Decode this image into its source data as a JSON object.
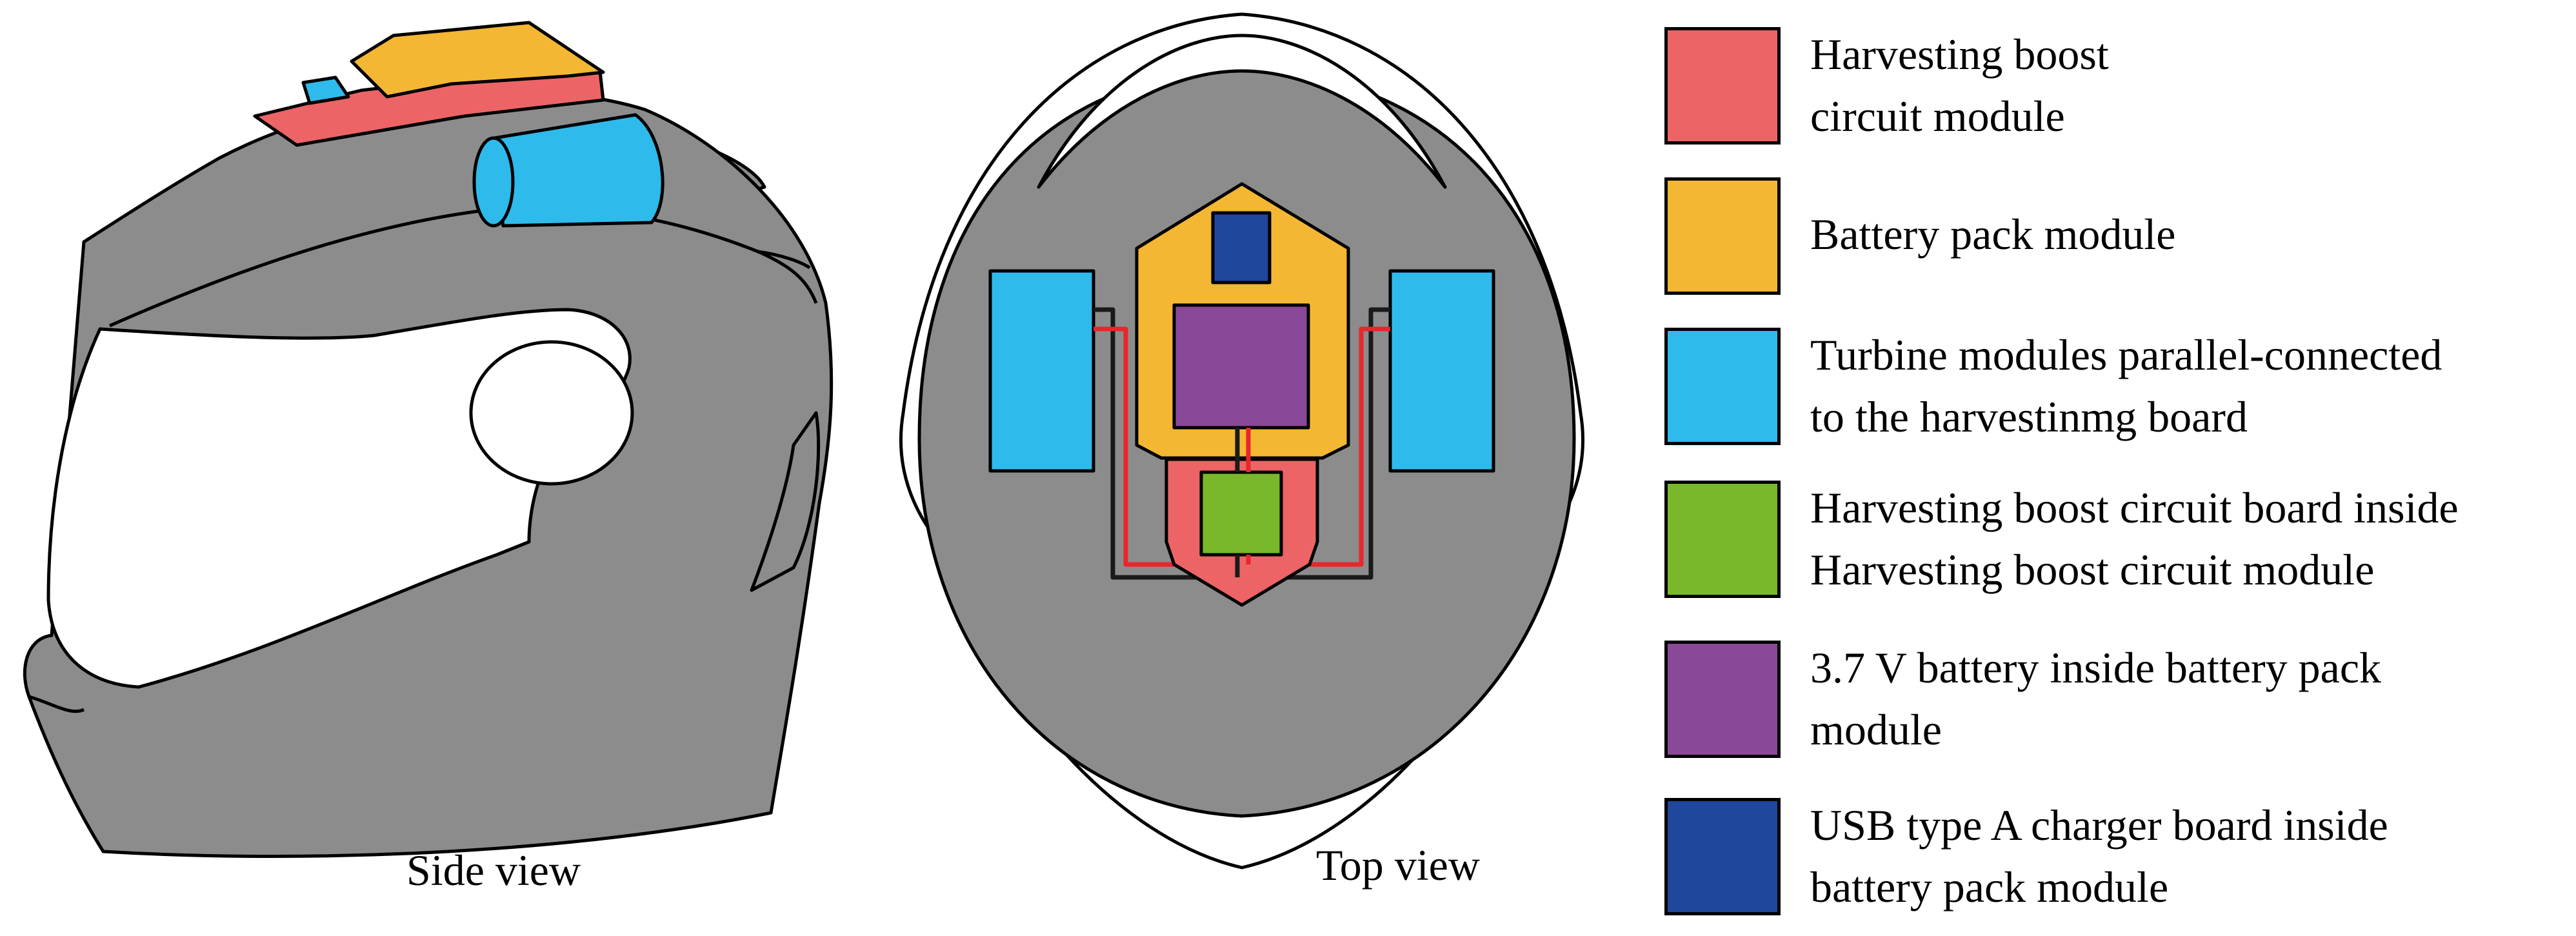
{
  "captions": {
    "side_view": "Side view",
    "top_view": "Top view"
  },
  "colors": {
    "helmet": "#8c8c8c",
    "outline": "#000000",
    "wire_positive": "#e8262c",
    "wire_negative": "#1a1a1a"
  },
  "legend": [
    {
      "color": "#ec6466",
      "lines": [
        "Harvesting boost",
        "circuit module"
      ]
    },
    {
      "color": "#f4b733",
      "lines": [
        "Battery pack module"
      ]
    },
    {
      "color": "#2fbaec",
      "lines": [
        "Turbine modules parallel-connected",
        "to the harvestinmg board"
      ]
    },
    {
      "color": "#78b82a",
      "lines": [
        "Harvesting boost circuit board inside",
        "Harvesting boost circuit module"
      ]
    },
    {
      "color": "#8a4898",
      "lines": [
        "3.7 V battery inside battery pack",
        "module"
      ]
    },
    {
      "color": "#1f479c",
      "lines": [
        "USB type A charger board inside",
        "battery pack module"
      ]
    }
  ]
}
